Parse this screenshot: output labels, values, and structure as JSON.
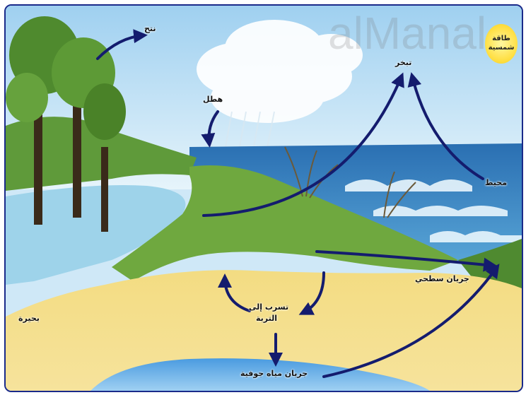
{
  "watermark": {
    "left": "",
    "right": "alManal"
  },
  "labels": {
    "sun": "طاقة شمسية",
    "transpiration": "نتح",
    "precipitation": "هطل",
    "evaporation": "تبخر",
    "ocean": "محيط",
    "lake": "بحيرة",
    "runoff": "جريان سطحي",
    "infiltration_line1": "تسرب إلى",
    "infiltration_line2": "التربة",
    "groundwater": "جريان مياه جوفية"
  },
  "colors": {
    "arrow": "#141c6e",
    "sky": "#bfe0f5",
    "sea": "#2f7fc0",
    "sand": "#f2d978",
    "grass": "#5f9a3a",
    "lake": "#8ecae6",
    "groundwater": "#3b8fd6"
  }
}
